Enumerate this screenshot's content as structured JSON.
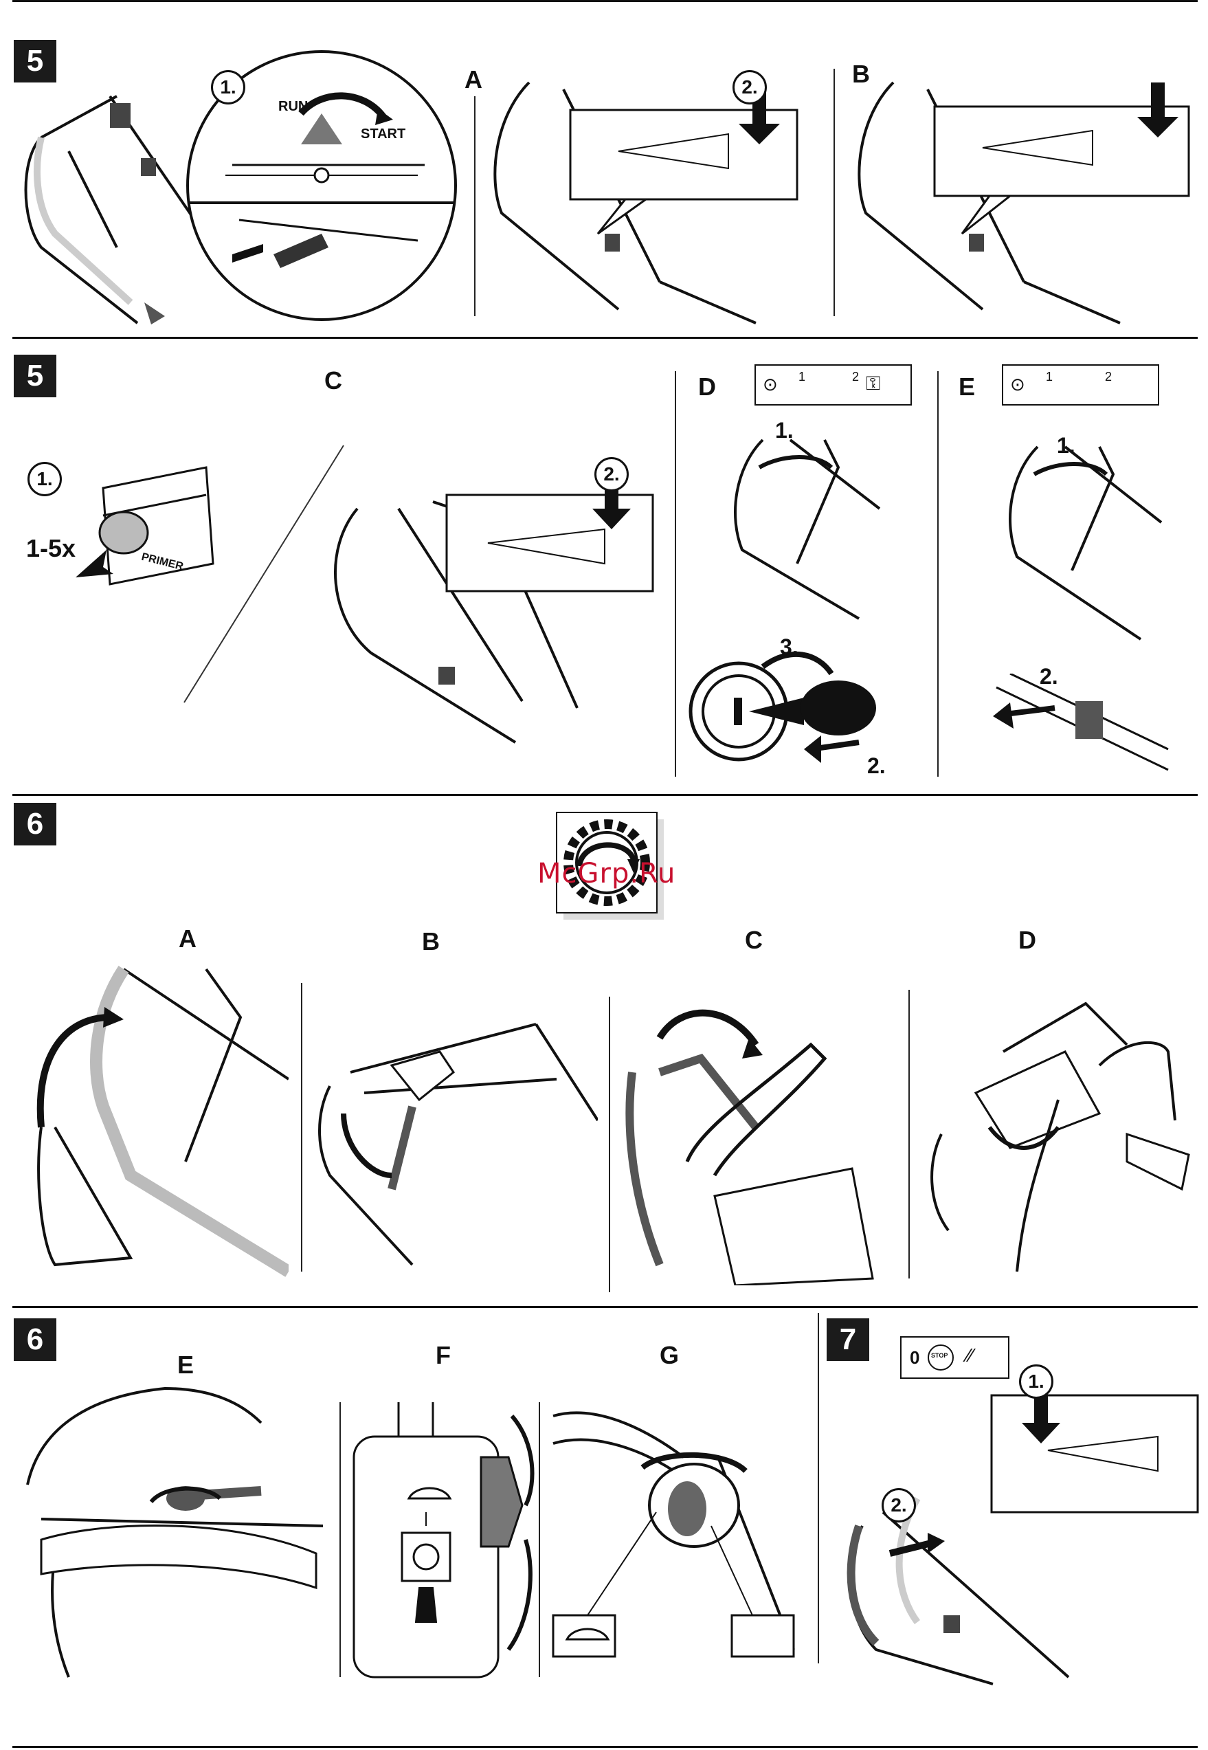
{
  "page": {
    "watermark": "McGrp.Ru"
  },
  "row1": {
    "step": "5",
    "panel_main": {
      "callout": "1.",
      "run_label": "RUN",
      "start_label": "START"
    },
    "panel_a": {
      "label": "A",
      "callout": "2."
    },
    "panel_b": {
      "label": "B"
    }
  },
  "row2": {
    "step": "5",
    "primer": {
      "callout": "1.",
      "presses": "1-5x",
      "button_text": "PRIMER"
    },
    "panel_c": {
      "label": "C",
      "callout": "2."
    },
    "panel_d": {
      "label": "D",
      "icon_n1": "1",
      "icon_n2": "2",
      "step1": "1.",
      "step2": "2.",
      "step3": "3."
    },
    "panel_e": {
      "label": "E",
      "icon_n1": "1",
      "icon_n2": "2",
      "step1": "1.",
      "step2": "2."
    }
  },
  "row3": {
    "step": "6",
    "panels": [
      {
        "label": "A"
      },
      {
        "label": "B"
      },
      {
        "label": "C"
      },
      {
        "label": "D"
      }
    ]
  },
  "row4": {
    "step_6": "6",
    "panel_e": {
      "label": "E"
    },
    "panel_f": {
      "label": "F"
    },
    "panel_g": {
      "label": "G"
    },
    "step_7": "7",
    "panel_7": {
      "icon_zero": "0",
      "icon_stop": "STOP",
      "callout1": "1.",
      "callout2": "2."
    }
  }
}
